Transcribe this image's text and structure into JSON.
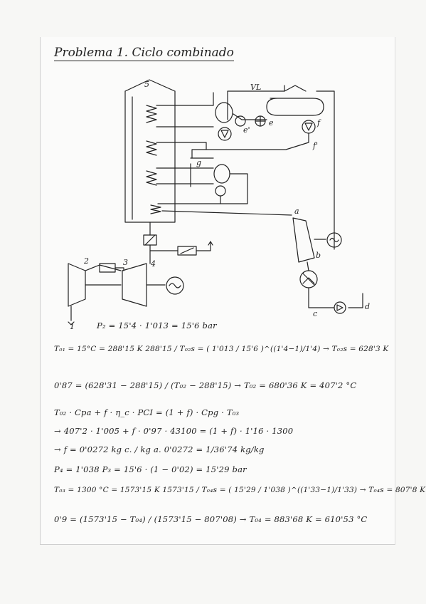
{
  "title": "Problema 1. Ciclo combinado",
  "labels": {
    "s": "5",
    "vl": "VL",
    "e_right": "e",
    "e_left": "e'",
    "f": "f",
    "f_prime": "f'",
    "g": "g",
    "a": "a",
    "b": "b",
    "c": "c",
    "d": "d",
    "n1": "1",
    "n2": "2",
    "n3": "3",
    "n4": "4"
  },
  "equations": [
    "P₂ = 15'4 · 1'013 = 15'6 bar",
    "T₀₁ = 15°C = 288'15 K      288'15 / T₀₂s = ( 1'013 / 15'6 )^((1'4−1)/1'4)  → T₀₂s = 628'3 K",
    "0'87 = (628'31 − 288'15) / (T₀₂ − 288'15)  → T₀₂ = 680'36 K = 407'2 °C",
    "T₀₂ · Cpa + f · η_c · PCI = (1 + f) · Cpg · T₀₃",
    "→ 407'2 · 1'005 + f · 0'97 · 43100 = (1 + f) · 1'16 · 1300",
    "→ f = 0'0272  kg c. / kg a.   0'0272 = 1/36'74 kg/kg",
    "P₄ = 1'038     P₃ = 15'6 · (1 − 0'02) = 15'29 bar",
    "T₀₃ = 1300 °C = 1573'15 K     1573'15 / T₀₄s = ( 15'29 / 1'038 )^((1'33−1)/1'33)  → T₀₄s = 807'8 K",
    "0'9 = (1573'15 − T₀₄) / (1573'15 − 807'08)  → T₀₄ = 883'68 K = 610'53 °C"
  ]
}
